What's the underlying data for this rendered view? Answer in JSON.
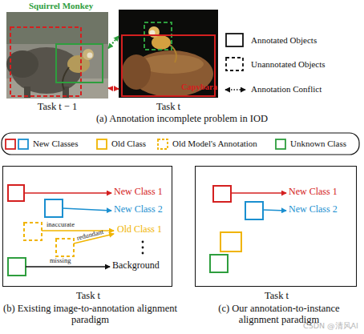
{
  "diagram": {
    "nodes": [
      {
        "text": [
          "Task t − 1"
        ]
      },
      {
        "text": [
          "Capybara",
          "Task t"
        ]
      },
      {
        "text": [
          "Task t"
        ]
      },
      {
        "text": [
          "Task t"
        ]
      }
    ],
    "edges": [
      {
        "from": 0,
        "to": 1,
        "arrow": "both"
      },
      {
        "from": 0,
        "to": 1,
        "arrow": "both"
      }
    ],
    "labels": [
      "Squirrel Monkey",
      "(a) Annotation incomplete problem in IOD",
      "New Class 1",
      "New Class 2",
      "inaccurate",
      "Old Class 1",
      "redundant",
      "missing",
      "Background",
      "(b) Existing image-to-annotation alignment paradigm",
      "New Class 1",
      "New Class 2",
      "(c) Our annotation-to-instance alignment paradigm",
      "CSDN @清风AI"
    ],
    "legend": [
      {
        "text": "Annotated Objects"
      },
      {
        "text": "Unannotated Objects"
      },
      {
        "text": "Annotation Conflict"
      },
      {
        "text": "New Classes"
      },
      {
        "text": "Old Class",
        "color": "#f0b400"
      },
      {
        "text": "Old Model's Annotation"
      },
      {
        "text": "Unknown Class",
        "color": "#2e9e3e"
      }
    ]
  }
}
